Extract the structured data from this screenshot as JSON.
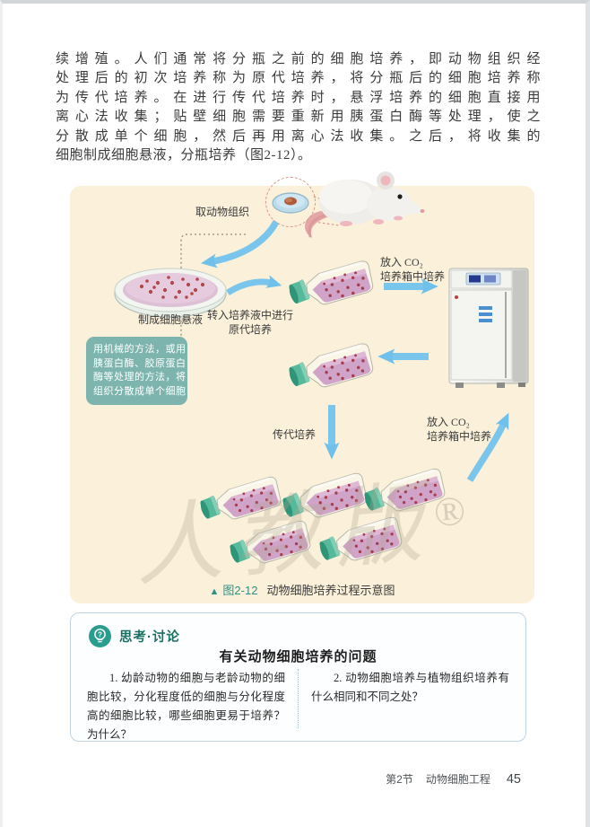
{
  "intro": {
    "lines": [
      "续增殖。人们通常将分瓶之前的细胞培养，即动物组织经",
      "处理后的初次培养称为原代培养，将分瓶后的细胞培养称",
      "为传代培养。在进行传代培养时，悬浮培养的细胞直接用",
      "离心法收集；贴壁细胞需要重新用胰蛋白酶等处理，使之",
      "分散成单个细胞，然后再用离心法收集。之后，将收集的",
      "细胞制成细胞悬液，分瓶培养（图2-12）。"
    ]
  },
  "figure": {
    "labels": {
      "take_tissue": "取动物组织",
      "make_suspension": "制成细胞悬液",
      "transfer_line1": "转入培养液中进行",
      "transfer_line2": "原代培养",
      "co2_line1": "放入 CO₂",
      "co2_line2": "培养箱中培养",
      "subculture": "传代培养"
    },
    "callout": {
      "lines": [
        "用机械的方法，或用",
        "胰蛋白酶、胶原蛋白",
        "酶等处理的方法，将",
        "组织分散成单个细胞"
      ]
    },
    "caption": {
      "marker": "▲",
      "number": "图2-12",
      "text": "动物细胞培养过程示意图"
    },
    "watermark": {
      "text": "人教版",
      "registered": "®"
    }
  },
  "discussion": {
    "title": "思考·讨论",
    "heading": "有关动物细胞培养的问题",
    "questions": [
      {
        "text": "1. 幼龄动物的细胞与老龄动物的细胞比较，分化程度低的细胞与分化程度高的细胞比较，哪些细胞更易于培养？为什么？"
      },
      {
        "text": "2. 动物细胞培养与植物组织培养有什么相同和不同之处？"
      }
    ]
  },
  "page": {
    "footer_section": "第2节",
    "footer_title": "动物细胞工程",
    "number": "45"
  },
  "colors": {
    "panel_bg": "#fbf1da",
    "callout_bg": "#7db4ae",
    "arrow_blue": "#7ac5ec",
    "accent_teal": "#2e8f85",
    "flask_cap": "#57b99b",
    "culture_pink": "#d0a3c9",
    "discussion_border": "#c2d4e2"
  }
}
